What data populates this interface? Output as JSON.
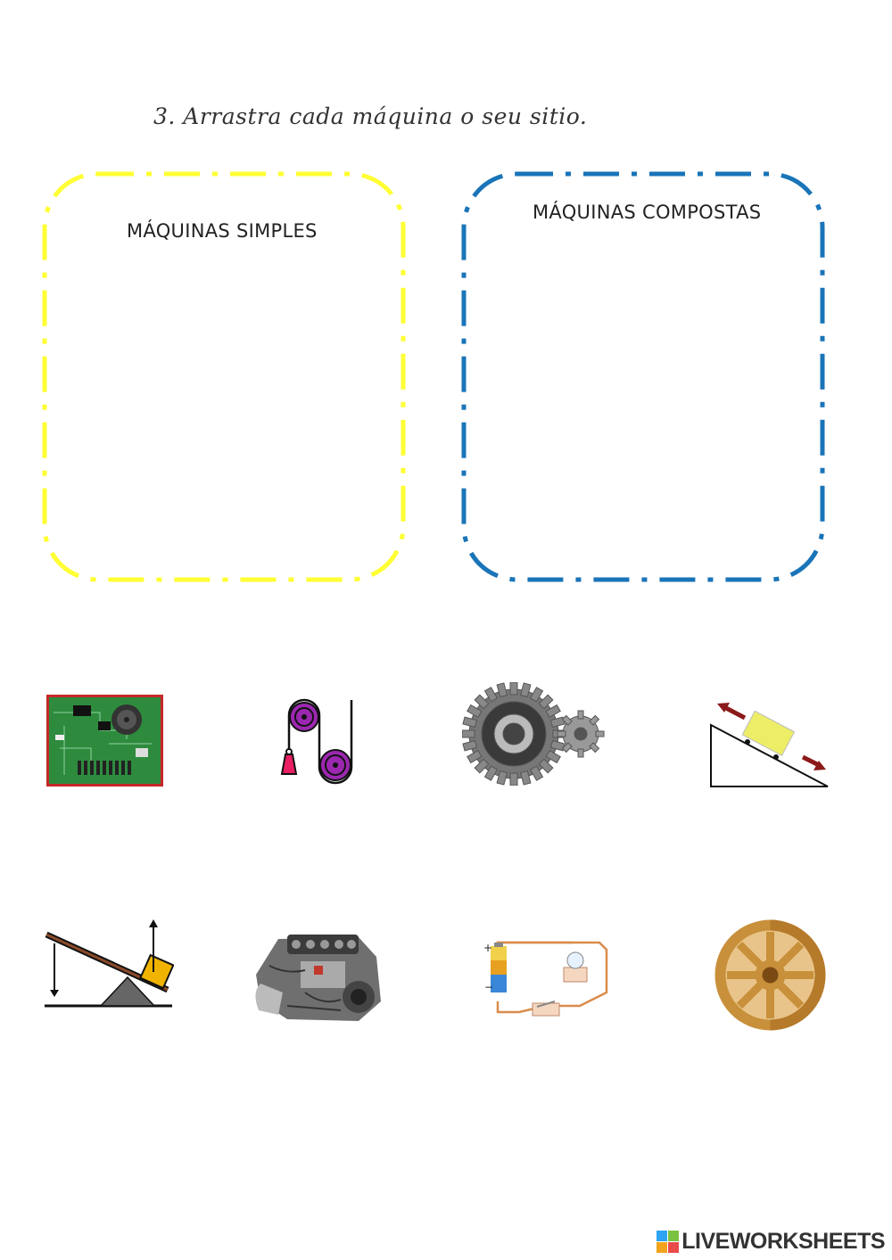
{
  "instruction": "3. Arrastra cada máquina o seu sitio.",
  "boxes": {
    "simple": {
      "title": "MÁQUINAS SIMPLES",
      "color": "#ffff33"
    },
    "compound": {
      "title": "MÁQUINAS COMPOSTAS",
      "color": "#1a74b8"
    }
  },
  "items": [
    {
      "icon": "circuit-board-icon"
    },
    {
      "icon": "pulley-icon"
    },
    {
      "icon": "gears-icon"
    },
    {
      "icon": "inclined-plane-icon"
    },
    {
      "icon": "lever-icon"
    },
    {
      "icon": "engine-icon"
    },
    {
      "icon": "electric-circuit-icon"
    },
    {
      "icon": "wheel-icon"
    }
  ],
  "brand": {
    "name": "LIVEWORKSHEETS"
  }
}
